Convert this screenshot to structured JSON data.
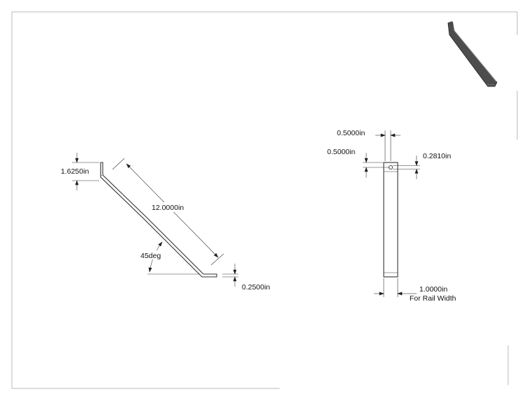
{
  "drawing": {
    "side_view": {
      "height_dim": "1.6250in",
      "length_dim": "12.0000in",
      "angle_dim": "45deg",
      "thickness_dim": "0.2500in"
    },
    "front_view": {
      "top_width_dim": "0.5000in",
      "hole_offset_dim": "0.5000in",
      "hole_diameter_dim": "0.2810in",
      "width_dim": "1.0000in",
      "width_note": "For Rail Width"
    }
  }
}
